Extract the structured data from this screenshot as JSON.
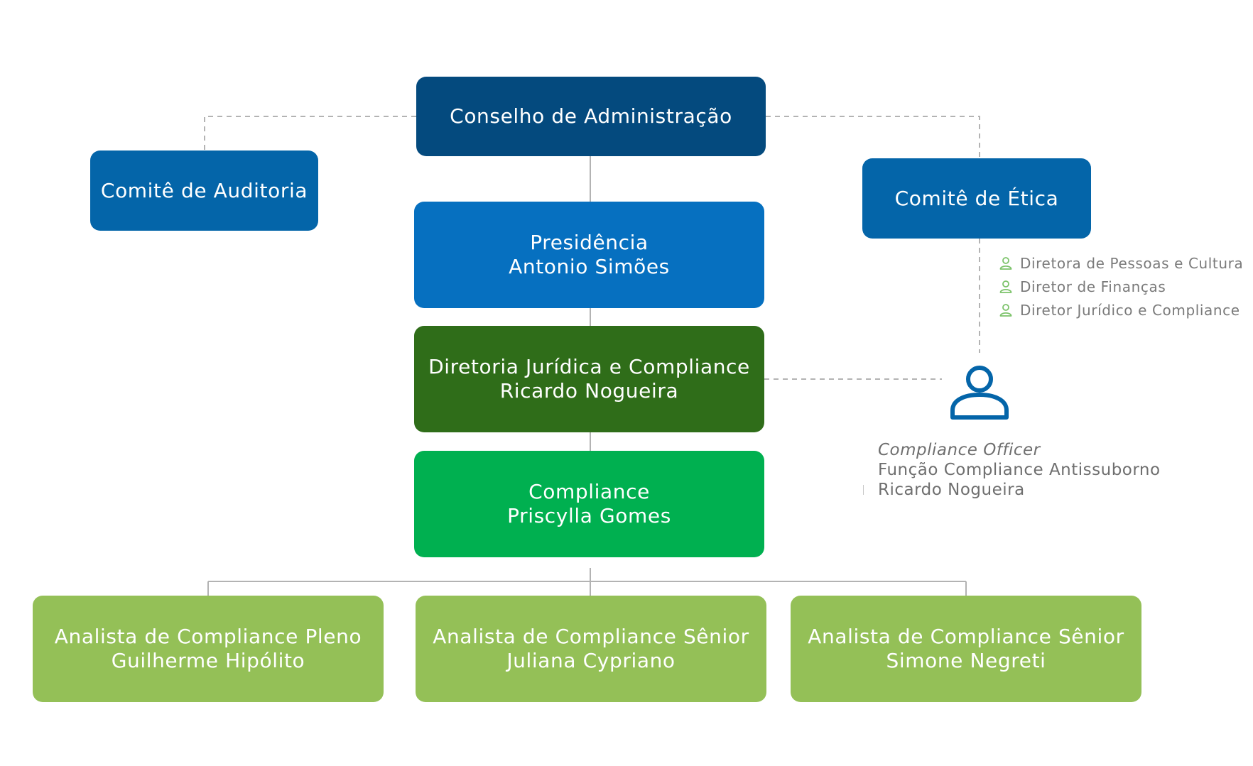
{
  "nodes": {
    "conselho": {
      "line1": "Conselho de Administração"
    },
    "comite_auditoria": {
      "line1": "Comitê de Auditoria"
    },
    "comite_etica": {
      "line1": "Comitê de Ética"
    },
    "presidencia": {
      "line1": "Presidência",
      "line2": "Antonio Simões"
    },
    "diretoria": {
      "line1": "Diretoria Jurídica e Compliance",
      "line2": "Ricardo Nogueira"
    },
    "compliance": {
      "line1": "Compliance",
      "line2": "Priscylla Gomes"
    },
    "analistas": [
      {
        "line1": "Analista de Compliance Pleno",
        "line2": "Guilherme Hipólito"
      },
      {
        "line1": "Analista de Compliance Sênior",
        "line2": "Juliana Cypriano"
      },
      {
        "line1": "Analista de Compliance Sênior",
        "line2": "Simone Negreti"
      }
    ]
  },
  "comite_etica_membros": [
    "Diretora de Pessoas e Cultura",
    "Diretor de Finanças",
    "Diretor Jurídico e Compliance"
  ],
  "compliance_officer": {
    "role": "Compliance Officer",
    "function": "Função Compliance Antissuborno",
    "name": "Ricardo Nogueira",
    "icon": "person-icon"
  },
  "colors": {
    "navy": "#044a7e",
    "blue": "#0465a9",
    "blue_bright": "#0670c0",
    "dark_green": "#2f6d19",
    "green": "#00b050",
    "lime": "#94c057",
    "member_icon": "#7cc36a",
    "connector_solid": "#b3b3b3",
    "connector_dashed": "#b3b3b3"
  }
}
